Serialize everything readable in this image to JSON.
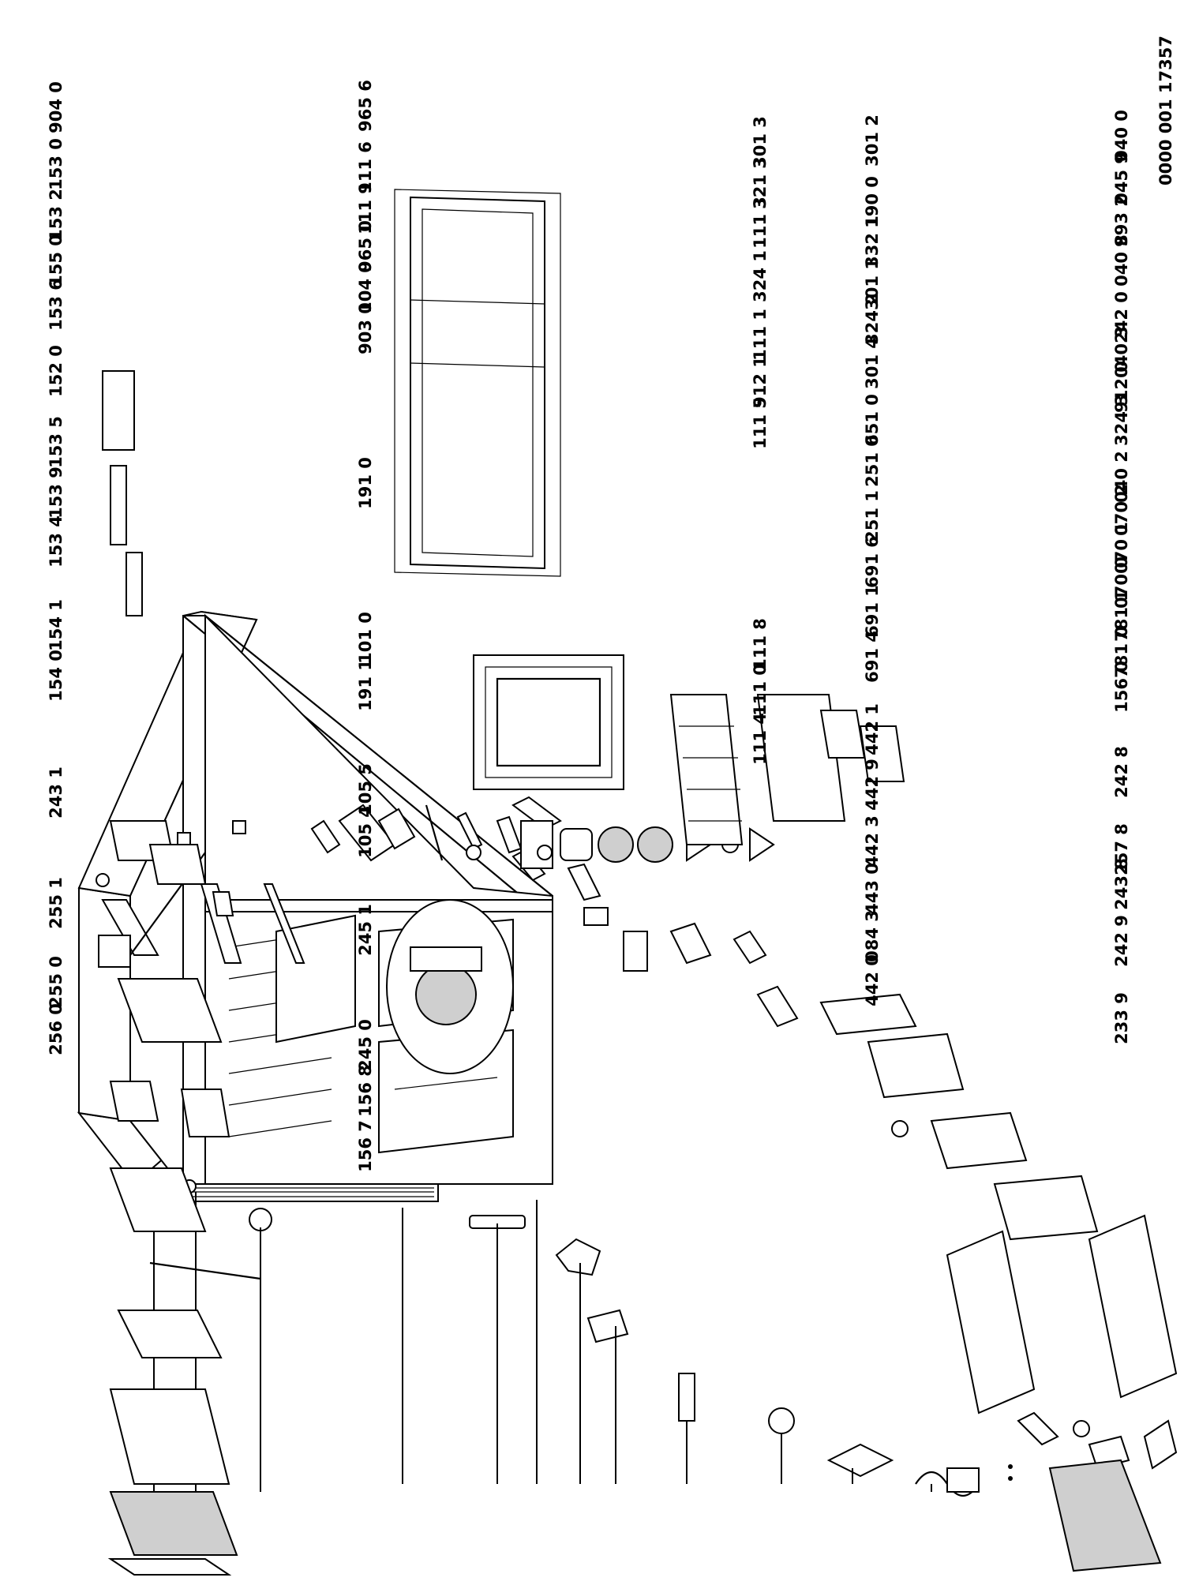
{
  "drawing_number": "0000 001 17357",
  "parts": [
    {
      "label": "740 3",
      "id": "p7403"
    },
    {
      "label": "740 0",
      "id": "p7400"
    },
    {
      "label": "781 7",
      "id": "p7817"
    },
    {
      "label": "402 1",
      "id": "p4021"
    },
    {
      "label": "764 0",
      "id": "p7640"
    },
    {
      "label": "402 0",
      "id": "p4020"
    },
    {
      "label": "571 0",
      "id": "p5710"
    },
    {
      "label": "571 1",
      "id": "p5711"
    },
    {
      "label": "561 7",
      "id": "p5617"
    },
    {
      "label": "614 0",
      "id": "p6140"
    },
    {
      "label": "491 0",
      "id": "p4910"
    },
    {
      "label": "420 0",
      "id": "p4200"
    },
    {
      "label": "011 0",
      "id": "p0110"
    },
    {
      "label": "993 4",
      "id": "p9934"
    },
    {
      "label": "257 7",
      "id": "p2577"
    },
    {
      "label": "745 0",
      "id": "p7450"
    },
    {
      "label": "040 0",
      "id": "p0400"
    },
    {
      "label": "045 9",
      "id": "p0459"
    },
    {
      "label": "993 2",
      "id": "p9932"
    },
    {
      "label": "040 8",
      "id": "p0408"
    },
    {
      "label": "242 0",
      "id": "p2420"
    },
    {
      "label": "040 3",
      "id": "p0403"
    },
    {
      "label": "912 0",
      "id": "p9120"
    },
    {
      "label": "324 3",
      "id": "p3243"
    },
    {
      "label": "040 2",
      "id": "p0402"
    },
    {
      "label": "070 2",
      "id": "p0702"
    },
    {
      "label": "070 1",
      "id": "p0701"
    },
    {
      "label": "070 0",
      "id": "p0700"
    },
    {
      "label": "781 1",
      "id": "p7811"
    },
    {
      "label": "781 0",
      "id": "p7810"
    },
    {
      "label": "156 0",
      "id": "p1560"
    },
    {
      "label": "242 8",
      "id": "p2428"
    },
    {
      "label": "257 8",
      "id": "p2578"
    },
    {
      "label": "243 8",
      "id": "p2438"
    },
    {
      "label": "242 9",
      "id": "p2429"
    },
    {
      "label": "233 9",
      "id": "p2339"
    },
    {
      "label": "301 2",
      "id": "p3012"
    },
    {
      "label": "190 0",
      "id": "p1900"
    },
    {
      "label": "332 1",
      "id": "p3321"
    },
    {
      "label": "301 1",
      "id": "p3011"
    },
    {
      "label": "324 2",
      "id": "p3242"
    },
    {
      "label": "301 4",
      "id": "p3014"
    },
    {
      "label": "651 0",
      "id": "p6510"
    },
    {
      "label": "251 0",
      "id": "p2510"
    },
    {
      "label": "251 1",
      "id": "p2511"
    },
    {
      "label": "691 6",
      "id": "p6916"
    },
    {
      "label": "691 1",
      "id": "p6911"
    },
    {
      "label": "691 4",
      "id": "p6914"
    },
    {
      "label": "442 1",
      "id": "p4421"
    },
    {
      "label": "442 9",
      "id": "p4429"
    },
    {
      "label": "442 3",
      "id": "p4423"
    },
    {
      "label": "443 0",
      "id": "p4430"
    },
    {
      "label": "084 3",
      "id": "p0843"
    },
    {
      "label": "442 0",
      "id": "p4420"
    },
    {
      "label": "301 3",
      "id": "p3013"
    },
    {
      "label": "321 3",
      "id": "p3213"
    },
    {
      "label": "111 3",
      "id": "p1113"
    },
    {
      "label": "324 1",
      "id": "p3241"
    },
    {
      "label": "111 1",
      "id": "p1111"
    },
    {
      "label": "912 1",
      "id": "p9121"
    },
    {
      "label": "111 5",
      "id": "p1115"
    },
    {
      "label": "111 8",
      "id": "p1118"
    },
    {
      "label": "111 0",
      "id": "p1110"
    },
    {
      "label": "111 4",
      "id": "p1114"
    },
    {
      "label": "965 6",
      "id": "p9656"
    },
    {
      "label": "111 6",
      "id": "p1116"
    },
    {
      "label": "111 9",
      "id": "p1119"
    },
    {
      "label": "965 0",
      "id": "p9650"
    },
    {
      "label": "104 0",
      "id": "p1040"
    },
    {
      "label": "903 0",
      "id": "p9030"
    },
    {
      "label": "191 0",
      "id": "p1910"
    },
    {
      "label": "101 0",
      "id": "p1010"
    },
    {
      "label": "191 1",
      "id": "p1911"
    },
    {
      "label": "105 5",
      "id": "p1055"
    },
    {
      "label": "105 4",
      "id": "p1054"
    },
    {
      "label": "245 1",
      "id": "p2451"
    },
    {
      "label": "245 0",
      "id": "p2450"
    },
    {
      "label": "156 8",
      "id": "p1568"
    },
    {
      "label": "156 7",
      "id": "p1567"
    },
    {
      "label": "904 0",
      "id": "p9040"
    },
    {
      "label": "153 0",
      "id": "p1530"
    },
    {
      "label": "153 2",
      "id": "p1532"
    },
    {
      "label": "155 0",
      "id": "p1550"
    },
    {
      "label": "153 6",
      "id": "p1536"
    },
    {
      "label": "152 0",
      "id": "p1520"
    },
    {
      "label": "153 5",
      "id": "p1535"
    },
    {
      "label": "153 9",
      "id": "p1539"
    },
    {
      "label": "153 4",
      "id": "p1534"
    },
    {
      "label": "154 1",
      "id": "p1541"
    },
    {
      "label": "154 0",
      "id": "p1540"
    },
    {
      "label": "243 1",
      "id": "p2431"
    },
    {
      "label": "255 1",
      "id": "p2551"
    },
    {
      "label": "255 0",
      "id": "p2550"
    },
    {
      "label": "256 0",
      "id": "p2560"
    }
  ]
}
